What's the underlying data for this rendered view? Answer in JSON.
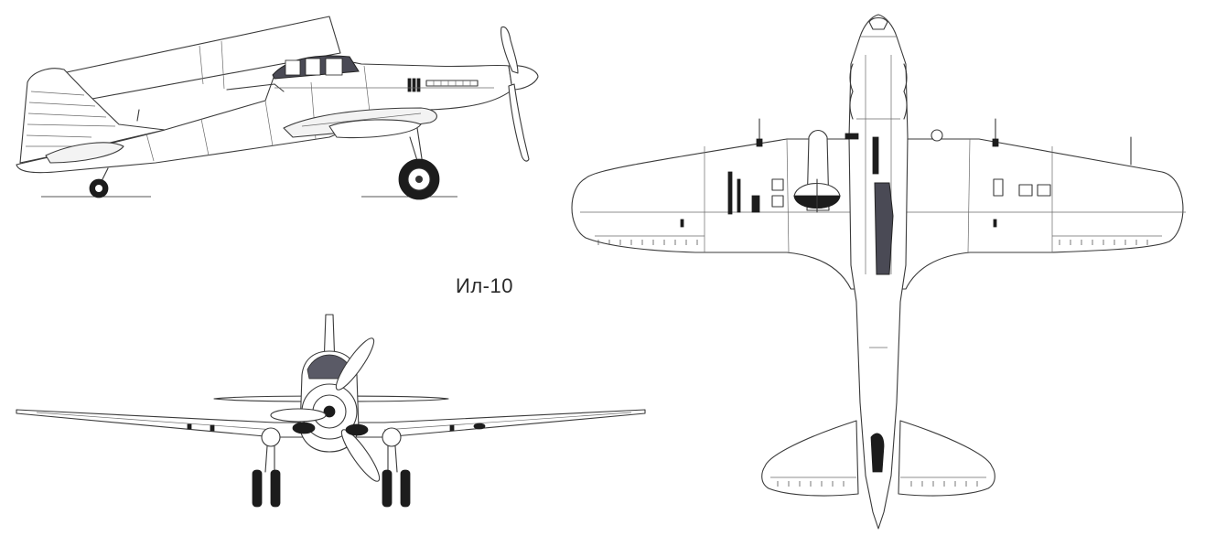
{
  "drawing": {
    "title": "Ил-10",
    "views": [
      "side-view",
      "front-view",
      "top-view"
    ]
  }
}
